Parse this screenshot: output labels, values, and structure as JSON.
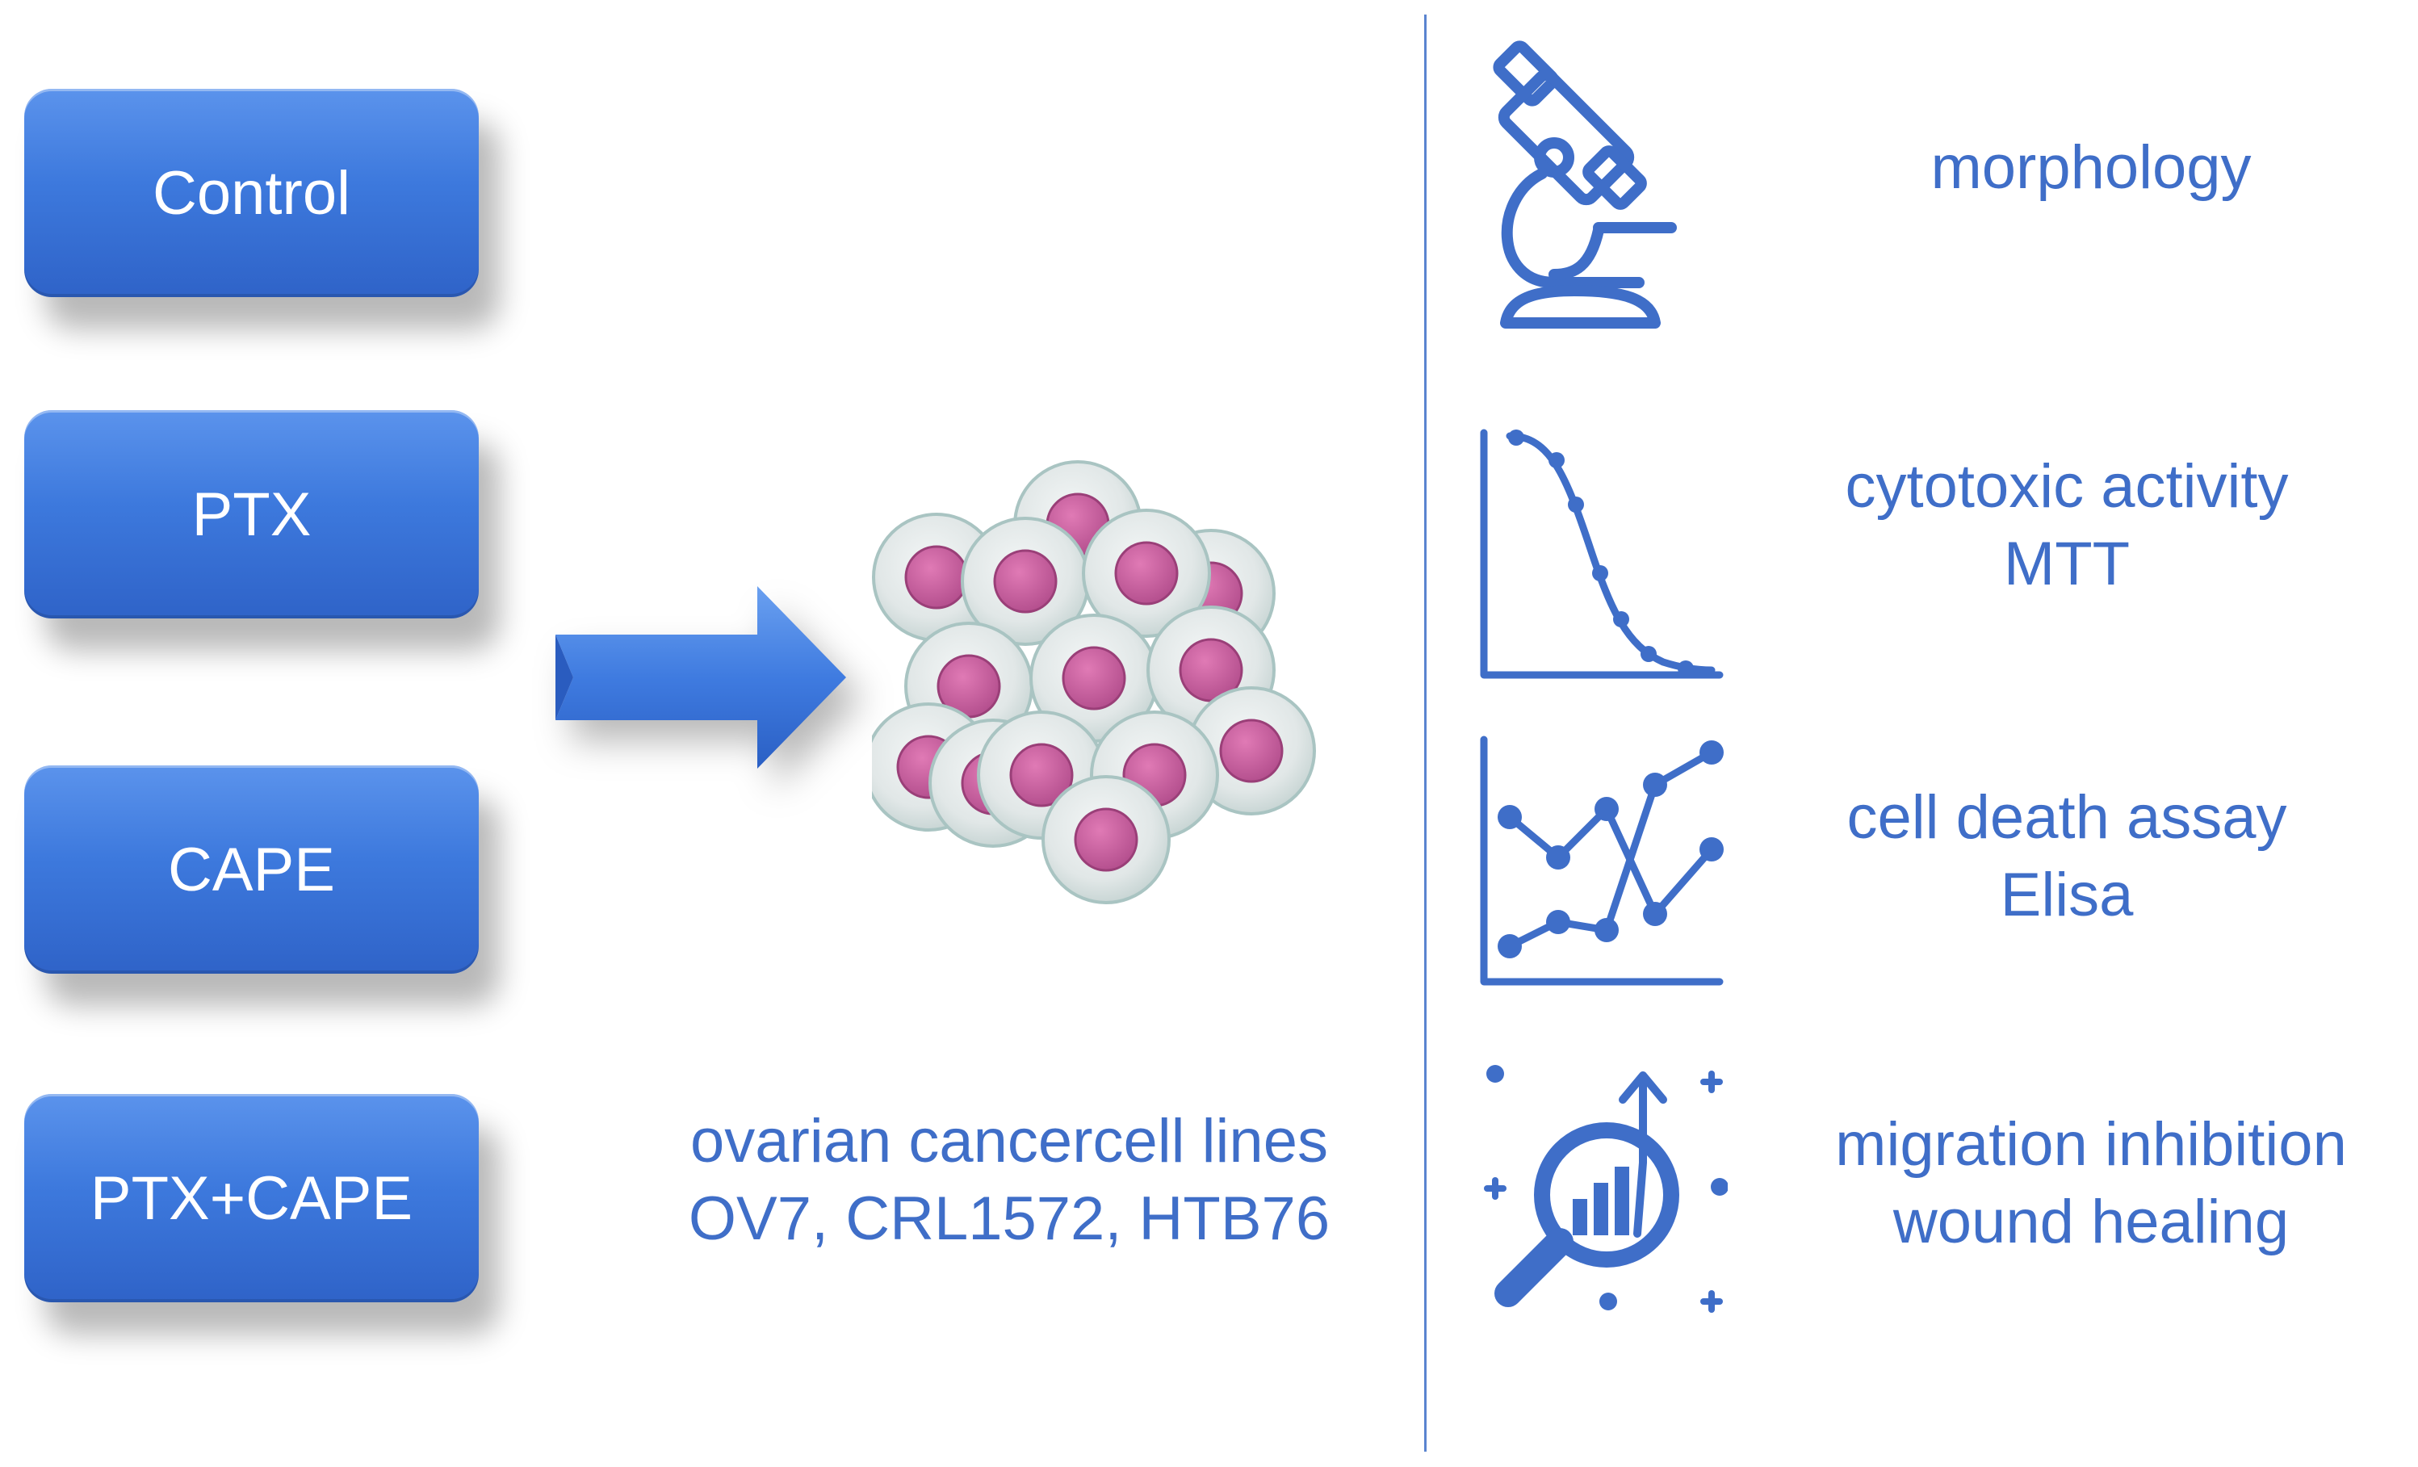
{
  "treatments": [
    "Control",
    "PTX",
    "CAPE",
    "PTX+CAPE"
  ],
  "cell_caption": {
    "line1": "ovarian cancercell lines",
    "line2": "OV7, CRL1572, HTB76"
  },
  "assays": [
    {
      "icon": "microscope-icon",
      "line1": "morphology"
    },
    {
      "icon": "dose-response-curve-icon",
      "line1": "cytotoxic activity",
      "line2": "MTT"
    },
    {
      "icon": "line-chart-icon",
      "line1": "cell death assay",
      "line2": "Elisa"
    },
    {
      "icon": "growth-analysis-icon",
      "line1": "migration inhibition",
      "line2": "wound healing"
    }
  ],
  "colors": {
    "button_blue": "#3d79dd",
    "icon_blue": "#3f6ec8",
    "nucleus_pink": "#c85a9c",
    "cell_gray": "#e3e8e8"
  }
}
